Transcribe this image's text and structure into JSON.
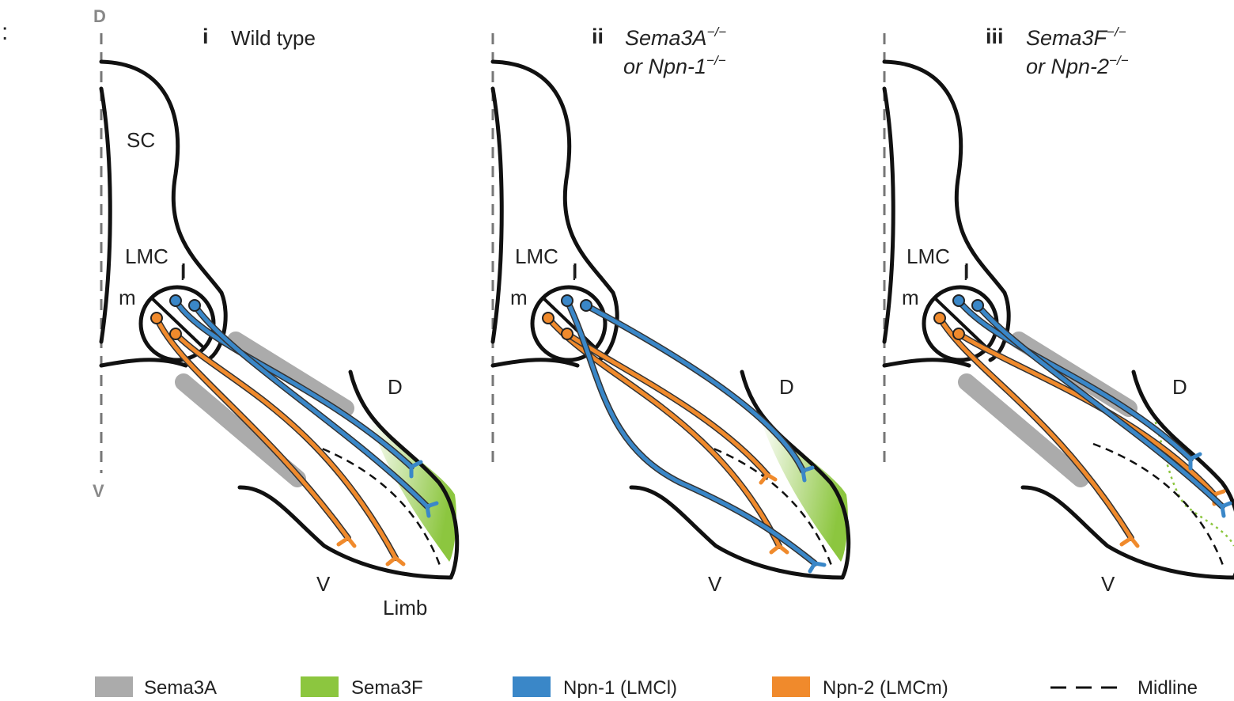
{
  "panel_mark": ":",
  "axis_labels": {
    "dorsal": "D",
    "ventral": "V"
  },
  "panels": [
    {
      "numeral": "i",
      "title_line1": "Wild type",
      "labels": {
        "sc": "SC",
        "lmc": "LMC",
        "lateral": "l",
        "medial": "m",
        "limb_dorsal": "D",
        "limb_ventral": "V",
        "limb": "Limb"
      }
    },
    {
      "numeral": "ii",
      "title_line1": "Sema3A",
      "title_line1_sup": "−/−",
      "title_line2": "or Npn-1",
      "title_line2_sup": "−/−",
      "labels": {
        "lmc": "LMC",
        "lateral": "l",
        "medial": "m",
        "limb_dorsal": "D",
        "limb_ventral": "V"
      }
    },
    {
      "numeral": "iii",
      "title_line1": "Sema3F",
      "title_line1_sup": "−/−",
      "title_line2": "or Npn-2",
      "title_line2_sup": "−/−",
      "labels": {
        "lmc": "LMC",
        "lateral": "l",
        "medial": "m",
        "limb_dorsal": "D",
        "limb_ventral": "V"
      }
    }
  ],
  "legend": [
    {
      "label": "Sema3A",
      "color": "#ababab"
    },
    {
      "label": "Sema3F",
      "color": "#8cc63f"
    },
    {
      "label": "Npn-1 (LMCl)",
      "color": "#3a87c8"
    },
    {
      "label": "Npn-2 (LMCm)",
      "color": "#f08a2c"
    },
    {
      "label": "Midline",
      "color": "#111111"
    }
  ],
  "colors": {
    "npn1": "#3a87c8",
    "npn2": "#f08a2c",
    "sema3a": "#ababab",
    "sema3f": "#8cc63f"
  }
}
